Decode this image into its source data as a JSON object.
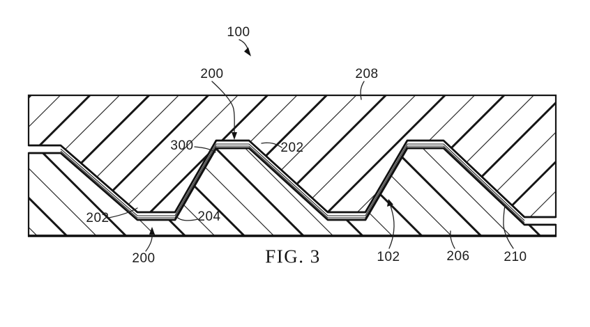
{
  "page": {
    "background": "#ffffff",
    "line_color": "#141414"
  },
  "caption": {
    "text": "FIG. 3"
  },
  "reference_labels": {
    "overall_assembly": "100",
    "interface_top_arrow": "200",
    "top_layer": "208",
    "peak_film_left": "300",
    "peak_film_right": "202",
    "slope_film_left": "202",
    "valley_film": "204",
    "interface_bottom_arrow": "200",
    "substrate": "102",
    "substrate_lower": "206",
    "right_slope_film": "210"
  }
}
